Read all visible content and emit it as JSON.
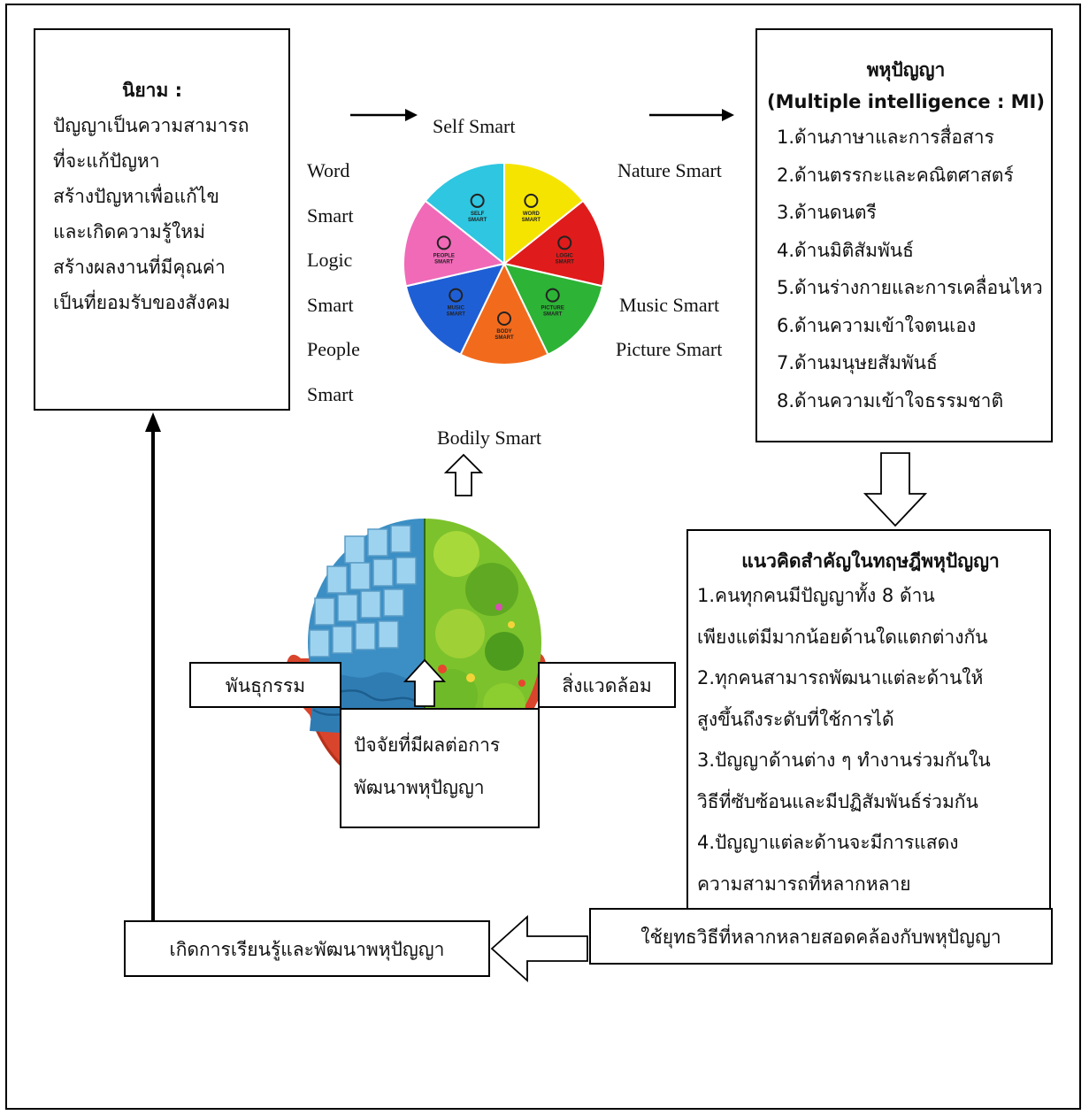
{
  "definition": {
    "title": "นิยาม :",
    "lines": [
      "ปัญญาเป็นความสามารถ",
      "ที่จะแก้ปัญหา",
      "สร้างปัญหาเพื่อแก้ไข",
      "และเกิดความรู้ใหม่",
      "สร้างผลงานที่มีคุณค่า",
      "เป็นที่ยอมรับของสังคม"
    ]
  },
  "mi": {
    "title": "พหุปัญญา",
    "subtitle": "(Multiple intelligence : MI)",
    "items": [
      "1.ด้านภาษาและการสื่อสาร",
      "2.ด้านตรรกะและคณิตศาสตร์",
      "3.ด้านดนตรี",
      "4.ด้านมิติสัมพันธ์",
      "5.ด้านร่างกายและการเคลื่อนไหว",
      "6.ด้านความเข้าใจตนเอง",
      "7.ด้านมนุษยสัมพันธ์",
      "8.ด้านความเข้าใจธรรมชาติ"
    ]
  },
  "smarts": {
    "self": "Self  Smart",
    "left_words": [
      "Word",
      "Smart",
      "Logic",
      "Smart",
      "People",
      "Smart"
    ],
    "nature": "Nature Smart",
    "music": "Music Smart",
    "picture": "Picture Smart",
    "bodily": "Bodily Smart"
  },
  "wheel": {
    "segments": [
      {
        "label": "WORD SMART",
        "color": "#f5e400",
        "icon": "abc-icon"
      },
      {
        "label": "LOGIC SMART",
        "color": "#e01b1b",
        "icon": "numbers-icon"
      },
      {
        "label": "PICTURE SMART",
        "color": "#2db336",
        "icon": "shapes-icon"
      },
      {
        "label": "BODY SMART",
        "color": "#f26b1d",
        "icon": "dancer-icon"
      },
      {
        "label": "MUSIC SMART",
        "color": "#1f5fd6",
        "icon": "music-note-icon"
      },
      {
        "label": "PEOPLE SMART",
        "color": "#f06ab8",
        "icon": "faces-icon"
      },
      {
        "label": "SELF SMART",
        "color": "#2ec6e0",
        "icon": "head-icon"
      }
    ]
  },
  "concepts": {
    "title": "แนวคิดสำคัญในทฤษฎีพหุปัญญา",
    "lines": [
      "1.คนทุกคนมีปัญญาทั้ง 8 ด้าน",
      "เพียงแต่มีมากน้อยด้านใดแตกต่างกัน",
      "2.ทุกคนสามารถพัฒนาแต่ละด้านให้",
      "สูงขึ้นถึงระดับที่ใช้การได้",
      "3.ปัญญาด้านต่าง ๆ ทำงานร่วมกันใน",
      "วิธีที่ซับซ้อนและมีปฏิสัมพันธ์ร่วมกัน",
      "4.ปัญญาแต่ละด้านจะมีการแสดง",
      "ความสามารถที่หลากหลาย"
    ]
  },
  "factors": {
    "heredity": "พันธุกรรม",
    "environment": "สิ่งแวดล้อม",
    "center_lines": [
      "ปัจจัยที่มีผลต่อการ",
      "พัฒนาพหุปัญญา"
    ]
  },
  "strategy": "ใช้ยุทธวิธีที่หลากหลายสอดคล้องกับพหุปัญญา",
  "learning": "เกิดการเรียนรู้และพัฒนาพหุปัญญา"
}
